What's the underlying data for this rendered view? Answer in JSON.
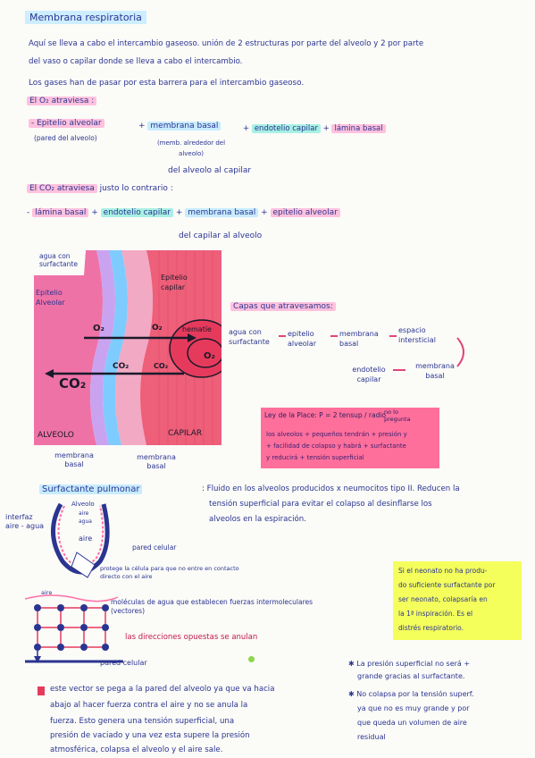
{
  "title": "Membrana respiratoria",
  "intro": {
    "line1": "Aquí se lleva a cabo el intercambio gaseoso. unión de 2 estructuras por parte del alveolo y 2 por parte",
    "line2": "del vaso o capilar donde se lleva a cabo el intercambio.",
    "line3": "Los gases han de pasar por esta barrera para el intercambio gaseoso."
  },
  "o2": {
    "heading": "El O₂ atraviesa :",
    "layer1": "- Epitelio alveolar",
    "layer1_note": "(pared del alveolo)",
    "layer2": "membrana basal",
    "layer2_note": "(memb. alrededor del alveolo)",
    "layer3": "endotelio capilar",
    "layer4": "lámina basal",
    "conclusion": "del alveolo al capilar"
  },
  "co2": {
    "heading": "El CO₂ atraviesa",
    "heading_rest": "justo lo contrario :",
    "layer1": "lámina basal",
    "layer2": "endotelio capilar",
    "layer3": "membrana basal",
    "layer4": "epitelio alveolar",
    "conclusion": "del capilar al alveolo"
  },
  "diagram": {
    "agua_label": "agua con surfactante",
    "epitelio_alveolar": "Epitelio Alveolar",
    "epitelio_capilar": "Epitelio capilar",
    "o2": "O₂",
    "co2": "CO₂",
    "co2_big": "CO₂",
    "hematie": "hematíe",
    "hematie_o2": "O₂",
    "alveolo": "ALVEOLO",
    "capilar": "CAPILAR",
    "mb1": "membrana basal",
    "mb2": "membrana basal"
  },
  "capas": {
    "title": "Capas que atravesamos:",
    "c1": "agua con surfactante",
    "c2": "epitelio alveolar",
    "c3": "membrana basal",
    "c4": "espacio intersticial",
    "c5": "endotelio capilar",
    "c6": "membrana basal"
  },
  "laplace": {
    "title": "Ley de la Place: P = 2 tensup / radio",
    "note": "no lo pregunta",
    "l1": "los alveolos + pequeños tendrán + presión y",
    "l2": "+ facilidad de colapso y habrá + surfactante",
    "l3": "y reducirá + tensión superficial"
  },
  "surfactante": {
    "title": "Surfactante pulmonar",
    "def1": ": Fluido en los alveolos producidos x neumocitos tipo II. Reducen la",
    "def2": "tensión superficial para evitar el colapso al desinflarse los",
    "def3": "alveolos en la espiración.",
    "interfaz": "interfaz aire - agua",
    "alveolo": "Alveolo",
    "aire_small": "aire",
    "agua_small": "agua",
    "aire": "aire",
    "pared_celular": "pared celular",
    "protege": "protege la célula para que no entre en contacto directo con el aire",
    "aire2": "aire",
    "moleculas": "moléculas de agua que establecen fuerzas intermoleculares (vectores)",
    "direcciones": "las direcciones opuestas se anulan",
    "pared_celular2": "pared celular"
  },
  "neonato": {
    "l1": "Si el neonato no ha produ-",
    "l2": "do suficiente surfactante por",
    "l3": "ser neonato, colapsaría en",
    "l4": "la 1ª inspiración. Es el",
    "l5": "distrés respiratorio."
  },
  "bottom_left": {
    "l1": "este vector se pega a la pared del alveolo ya que va hacia",
    "l2": "abajo al hacer fuerza contra el aire y no se anula la",
    "l3": "fuerza. Esto genera una tensión superficial, una",
    "l4": "presión de vaciado y una vez esta supere la presión",
    "l5": "atmosférica, colapsa el alveolo y el aire sale."
  },
  "bottom_right": {
    "n1": "La presión superficial no será +",
    "n1b": "grande gracias al surfactante.",
    "n2": "No colapsa por la tensión superf.",
    "n2b": "ya que no es muy grande y por",
    "n2c": "que queda un volumen de aire",
    "n2d": "residual"
  },
  "colors": {
    "ink": "#2b3590",
    "pink": "#ffc1de",
    "blue": "#c7ecff",
    "teal": "#a8f0e4",
    "yellow": "#f5ff5c"
  }
}
